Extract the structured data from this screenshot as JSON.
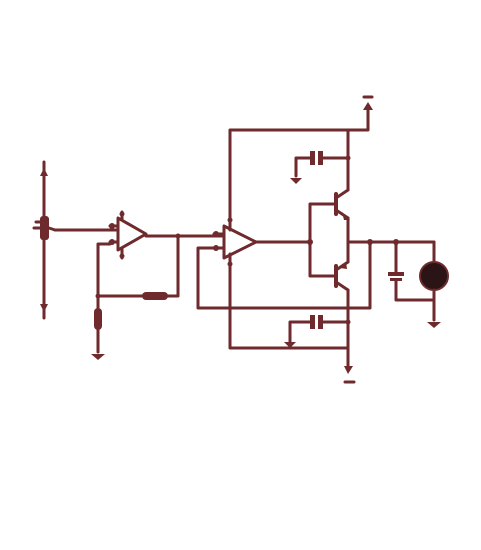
{
  "colors": {
    "ink": "#6e2a2c",
    "dark": "#2a1416",
    "background": "#ffffff"
  },
  "diagram": {
    "type": "circuit-schematic",
    "components": [
      {
        "id": "input-pot",
        "kind": "potentiometer"
      },
      {
        "id": "op-amp-1",
        "kind": "op-amp",
        "role": "buffer"
      },
      {
        "id": "feedback-resistor-1",
        "kind": "resistor"
      },
      {
        "id": "ground-resistor",
        "kind": "resistor"
      },
      {
        "id": "op-amp-2",
        "kind": "op-amp",
        "role": "driver"
      },
      {
        "id": "capacitor-top",
        "kind": "capacitor"
      },
      {
        "id": "capacitor-bottom",
        "kind": "capacitor"
      },
      {
        "id": "transistor-npn",
        "kind": "transistor"
      },
      {
        "id": "transistor-pnp",
        "kind": "transistor"
      },
      {
        "id": "output-capacitor",
        "kind": "capacitor"
      },
      {
        "id": "load",
        "kind": "load-circle"
      }
    ],
    "supplies": [
      "positive-rail",
      "negative-rail"
    ],
    "grounds": [
      "ground-left",
      "ground-cap-top",
      "ground-cap-bottom",
      "ground-load"
    ]
  }
}
